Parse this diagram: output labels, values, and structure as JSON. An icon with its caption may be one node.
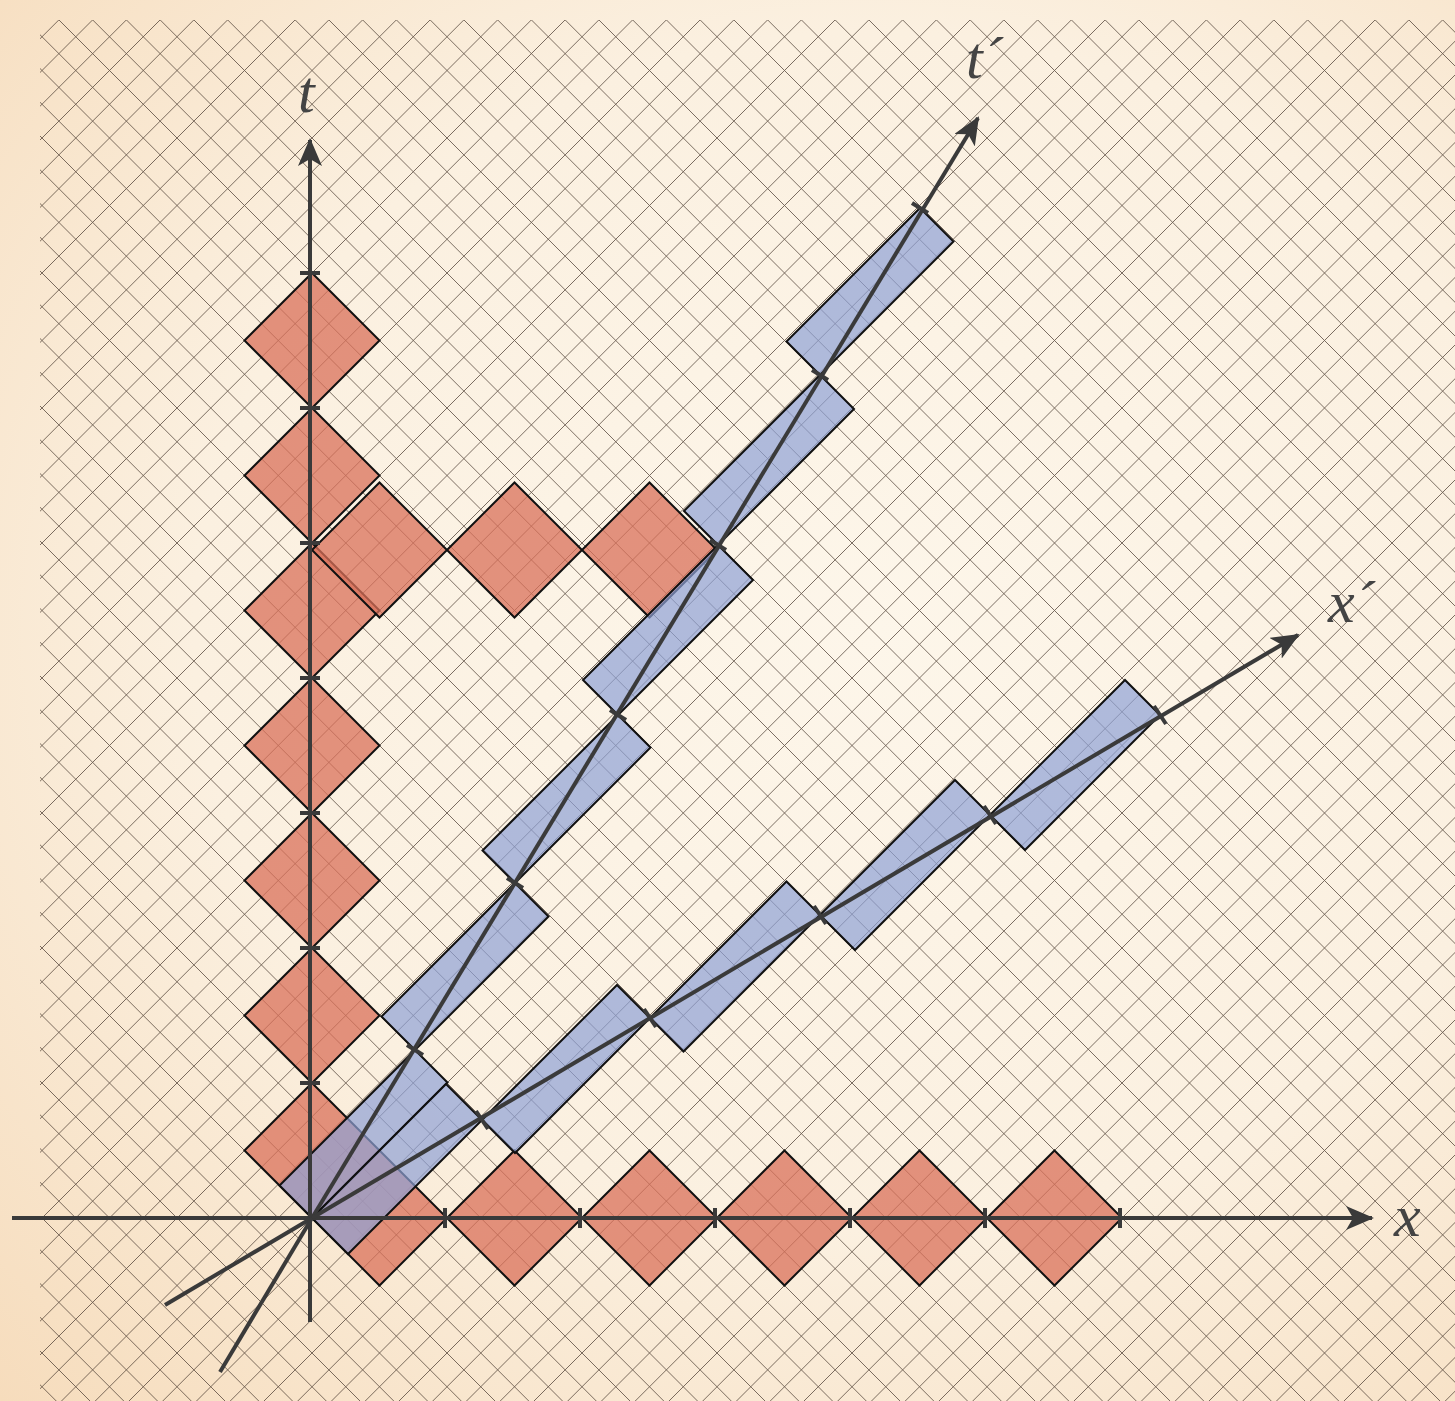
{
  "diagram": {
    "labels": [
      "t",
      "t´",
      "x´",
      "x"
    ]
  }
}
